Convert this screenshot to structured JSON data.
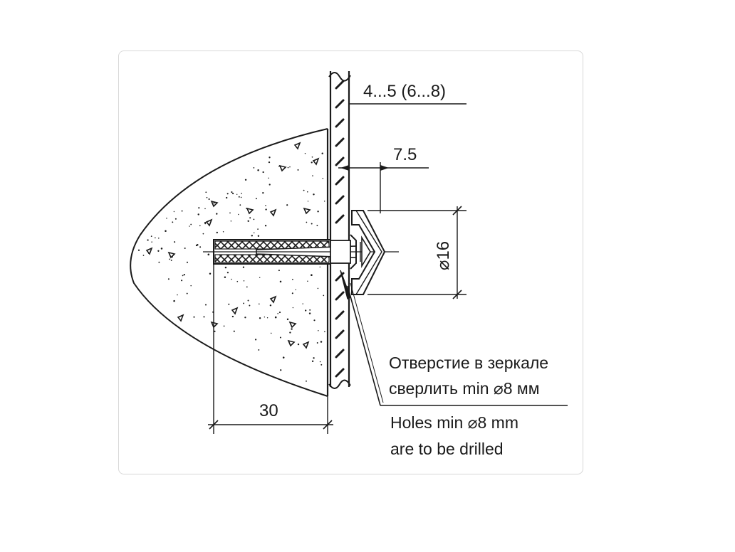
{
  "dimensions": {
    "glass_thickness": "4...5 (6...8)",
    "cap_offset": "7.5",
    "cap_diameter": "⌀16",
    "dowel_depth": "30"
  },
  "notes": {
    "ru_line1": "Отверстие в зеркале",
    "ru_line2": "сверлить min ⌀8 мм",
    "en_line1": "Holes min ⌀8 mm",
    "en_line2": "are to be drilled"
  },
  "colors": {
    "ink": "#1a1a1a",
    "frame_border": "#d8d8d8"
  }
}
